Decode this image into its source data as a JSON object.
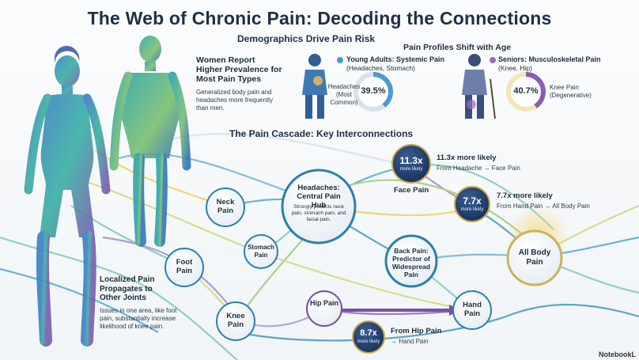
{
  "title": "The Web of Chronic Pain: Decoding the Connections",
  "demographics": {
    "heading": "Demographics Drive Pain Risk",
    "women_heading": "Women Report Higher Prevalence for Most Pain Types",
    "women_body": "Generalized body pain and headaches more frequently than men."
  },
  "age": {
    "heading": "Pain Profiles Shift with Age",
    "young_title": "Young Adults: Systemic Pain",
    "young_sub": "(Headaches, Stomach)",
    "young_label": "Headaches (Most Common)",
    "young_value": "39.5%",
    "young_fraction": 0.395,
    "senior_title": "Seniors: Musculoskeletal Pain",
    "senior_sub": "(Knee, Hip)",
    "senior_label": "Knee Pain (Degenerative)",
    "senior_value": "40.7%",
    "senior_fraction": 0.407
  },
  "cascade_heading": "The Pain Cascade: Key Interconnections",
  "nodes": {
    "neck": "Neck Pain",
    "stomach": "Stomach Pain",
    "foot": "Foot Pain",
    "knee": "Knee Pain",
    "headaches_title": "Headaches: Central Pain Hub",
    "headaches_body": "Strongly predicts neck pain, stomach pain, and facial pain.",
    "face": "Face Pain",
    "back": "Back Pain: Predictor of Widespread Pain",
    "hip": "Hip Pain",
    "hand": "Hand Pain",
    "allbody": "All Body Pain"
  },
  "stats": {
    "face_value": "11.3x",
    "face_sub": "more likely",
    "face_title": "11.3x more likely",
    "face_desc": "From Headache → Face Pain",
    "hand_value": "7.7x",
    "hand_sub": "more likely",
    "hand_title": "7.7x more likely",
    "hand_desc": "From Hand Pain → All Body Pain",
    "hip_value": "8.7x",
    "hip_sub": "more likely",
    "hip_title": "From Hip Pain",
    "hip_desc": "→ Hand Pain"
  },
  "localized": {
    "heading": "Localized Pain Propagates to Other Joints",
    "body": "Issues in one area, like foot pain, substantially increase likelihood of knee pain."
  },
  "watermark": "NotebookL"
}
